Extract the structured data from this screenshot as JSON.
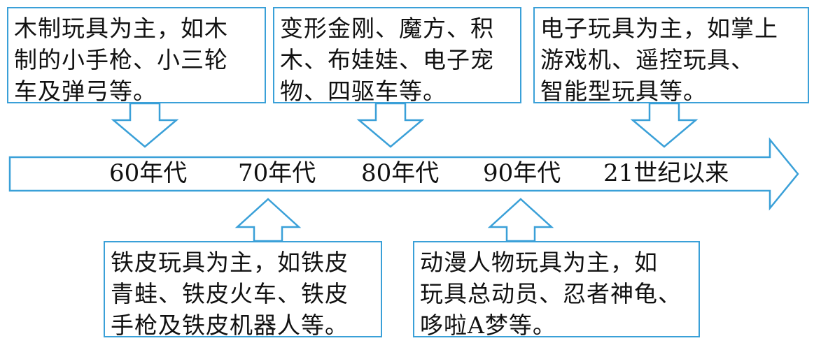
{
  "timeline": {
    "eras": [
      {
        "id": "60s",
        "label": "60年代"
      },
      {
        "id": "70s",
        "label": "70年代"
      },
      {
        "id": "80s",
        "label": "80年代"
      },
      {
        "id": "90s",
        "label": "90年代"
      },
      {
        "id": "21c",
        "label": "21世纪以来"
      }
    ]
  },
  "boxes": {
    "60s": {
      "lines": [
        "木制玩具为主，如木",
        "制的小手枪、小三轮",
        "车及弹弓等。"
      ]
    },
    "70s": {
      "lines": [
        "铁皮玩具为主，如铁皮",
        "青蛙、铁皮火车、铁皮",
        "手枪及铁皮机器人等。"
      ]
    },
    "80s": {
      "lines": [
        "变形金刚、魔方、积",
        "木、布娃娃、电子宠",
        "物、四驱车等。"
      ]
    },
    "90s": {
      "lines": [
        "动漫人物玩具为主，如",
        "玩具总动员、忍者神龟、",
        "哆啦A梦等。"
      ]
    },
    "21c": {
      "lines": [
        "电子玩具为主，如掌上",
        "游戏机、遥控玩具、",
        "智能型玩具等。"
      ]
    }
  },
  "colors": {
    "outline": "#3aa0d8",
    "text": "#111111",
    "fill": "#ffffff"
  }
}
